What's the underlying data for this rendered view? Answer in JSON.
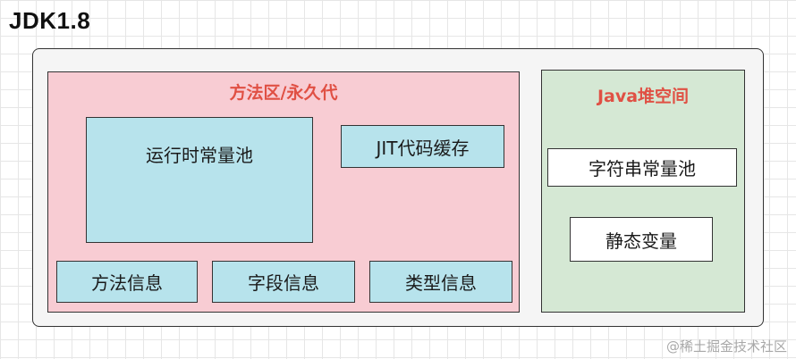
{
  "title": "JDK1.8",
  "method_area": {
    "title": "方法区/永久代",
    "runtime_constant_pool": "运行时常量池",
    "jit_code_cache": "JIT代码缓存",
    "method_info": "方法信息",
    "field_info": "字段信息",
    "type_info": "类型信息"
  },
  "java_heap": {
    "title": "Java堆空间",
    "string_constant_pool": "字符串常量池",
    "static_variables": "静态变量"
  },
  "watermark": "@稀土掘金技术社区",
  "colors": {
    "method_area_fill": "#f8ccd3",
    "heap_fill": "#d5e8d4",
    "box_blue": "#b7e3ec",
    "region_title": "#e05044"
  }
}
